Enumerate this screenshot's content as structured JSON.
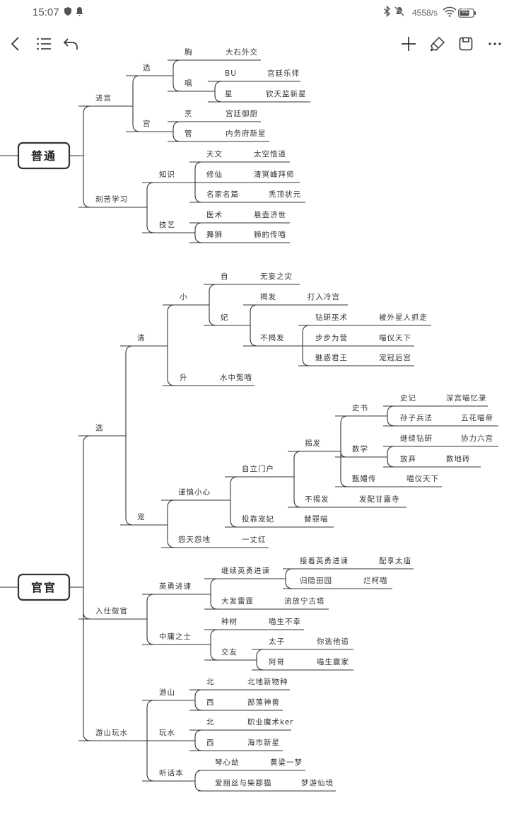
{
  "status_bar": {
    "time": "15:07",
    "net_speed": "4558/s",
    "battery": "61"
  },
  "mindmap": {
    "putong": {
      "label": "普通",
      "jingong": {
        "label": "进宫",
        "xuan": {
          "label": "选",
          "xiong": "胸",
          "xiong_c": "大石外交",
          "chang": "唱",
          "bu": "BU",
          "bu_c": "宫廷乐师",
          "xing": "星",
          "xing_c": "钦天监新星"
        },
        "gong": {
          "label": "宫",
          "peng": "烹",
          "peng_c": "宫廷御厨",
          "guan": "管",
          "guan_c": "内务府新星"
        }
      },
      "keku": {
        "label": "刻苦学习",
        "zhishi": {
          "label": "知识",
          "tianwen": "天文",
          "tianwen_c": "太空悟道",
          "xiuxian": "修仙",
          "xiuxian_c": "清冥峰拜师",
          "mingjia": "名家名篇",
          "mingjia_c": "秃顶状元"
        },
        "jiyi": {
          "label": "技艺",
          "yishu": "医术",
          "yishu_c": "悬壶济世",
          "wushi": "舞狮",
          "wushi_c": "狮的传喵"
        }
      }
    },
    "guanguan": {
      "label": "官官",
      "xuan": {
        "label": "选",
        "qing": {
          "label": "清",
          "xiao": {
            "label": "小",
            "zi": "自",
            "zi_c": "无妄之灾",
            "fei": {
              "label": "妃",
              "jiefa": "揭发",
              "jiefa_c": "打入冷宫",
              "bujiefa": {
                "label": "不揭发",
                "zuanyan": "钻研巫术",
                "zuanyan_c": "被外星人抓走",
                "bubu": "步步为营",
                "bubu_c": "喵仪天下",
                "meihuo": "魅惑君王",
                "meihuo_c": "宠冠后宫"
              }
            }
          },
          "sheng": "升",
          "sheng_c": "水中冤喵"
        },
        "chong": {
          "label": "宠",
          "jinshen": {
            "label": "谨慎小心",
            "zili": {
              "label": "自立门户",
              "jiefa": {
                "label": "揭发",
                "shishu": {
                  "label": "史书",
                  "shiji": "史记",
                  "shiji_c": "深宫喵忆录",
                  "sunzi": "孙子兵法",
                  "sunzi_c": "五花喵帝"
                },
                "shuxue": {
                  "label": "数学",
                  "jixu": "继续钻研",
                  "jixu_c": "协力六宫",
                  "fangqi": "放弃",
                  "fangqi_c": "数地砖"
                },
                "zhenhuan": "甄嬛传",
                "zhenhuan_c": "喵仪天下"
              },
              "bujiefa": "不揭发",
              "bujiefa_c": "发配甘露寺"
            },
            "toukao": "投靠宠妃",
            "toukao_c": "替罪喵"
          },
          "yuantian": "怨天怨地",
          "yuantian_c": "一丈红"
        }
      },
      "rushi": {
        "label": "入仕做官",
        "yingyong": {
          "label": "英勇进谏",
          "jixu": {
            "label": "继续英勇进谏",
            "jiezhe": "接着英勇进谏",
            "jiezhe_c": "配享太庙",
            "guiyin": "归隐田园",
            "guiyin_c": "烂柯喵"
          },
          "dafa": "大发雷霆",
          "dafa_c": "流放宁古塔"
        },
        "zhongyong": {
          "label": "中庸之士",
          "zhongshu": "种树",
          "zhongshu_c": "喵生不幸",
          "jiaoyou": {
            "label": "交友",
            "taizi": "太子",
            "taizi_c": "你逃他追",
            "age": "阿哥",
            "age_c": "喵生赢家"
          }
        }
      },
      "youshan": {
        "label": "游山玩水",
        "you": {
          "label": "游山",
          "bei": "北",
          "bei_c": "北地新物种",
          "xi": "西",
          "xi_c": "部落神兽"
        },
        "wan": {
          "label": "玩水",
          "bei": "北",
          "bei_c": "职业魔术ker",
          "xi": "西",
          "xi_c": "海市新星"
        },
        "ting": {
          "label": "听话本",
          "qinxin": "琴心劫",
          "qinxin_c": "黄粱一梦",
          "aili": "爱丽丝与柴郡猫",
          "aili_c": "梦游仙境"
        }
      }
    }
  }
}
